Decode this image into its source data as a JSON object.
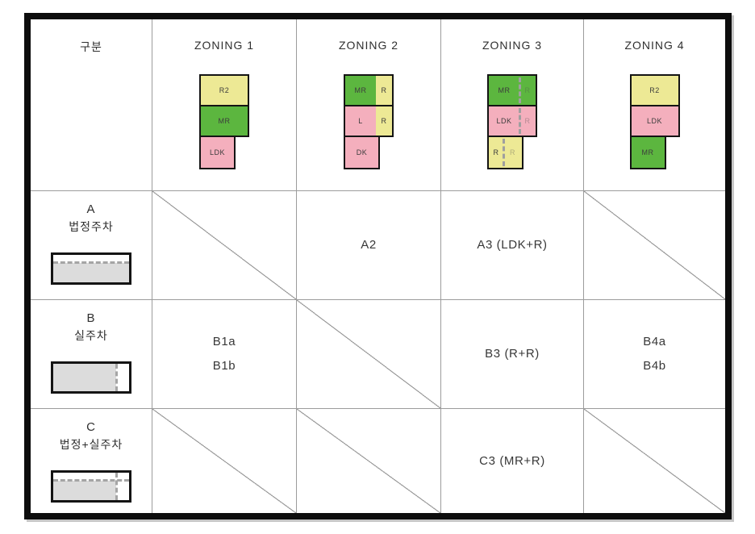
{
  "colors": {
    "block_yellow": "#ede995",
    "block_green": "#5cb63f",
    "block_pink": "#f4afbd",
    "block_border": "#141414",
    "parking_fill_gray": "#dcdcdc",
    "dashed_line_gray": "#9f9f9f",
    "grid_line_gray": "#9c9c9c",
    "frame_black": "#0d0d0d"
  },
  "table": {
    "category_header": "구분",
    "zones": [
      {
        "title": "ZONING 1",
        "blocks": {
          "top": {
            "label": "R2"
          },
          "mid": {
            "label": "MR"
          },
          "bottom": {
            "label": "LDK"
          }
        }
      },
      {
        "title": "ZONING 2",
        "blocks": {
          "top": {
            "label": "MR",
            "right": "R"
          },
          "mid": {
            "label": "L",
            "right": "R"
          },
          "bottom": {
            "label": "DK"
          }
        }
      },
      {
        "title": "ZONING 3",
        "blocks": {
          "top": {
            "label": "MR",
            "ghost": "R"
          },
          "mid": {
            "label": "LDK",
            "ghost": "R"
          },
          "bottom": {
            "label": "R",
            "ghost": "R"
          }
        }
      },
      {
        "title": "ZONING 4",
        "blocks": {
          "top": {
            "label": "R2"
          },
          "mid": {
            "label": "LDK"
          },
          "bottom": {
            "label": "MR"
          }
        }
      }
    ],
    "rows": [
      {
        "code": "A",
        "name": "법정주차",
        "cells": [
          {
            "diag": true
          },
          {
            "lines": [
              "A2"
            ]
          },
          {
            "lines": [
              "A3 (LDK+R)"
            ]
          },
          {
            "diag": true
          }
        ]
      },
      {
        "code": "B",
        "name": "실주차",
        "cells": [
          {
            "lines": [
              "B1a",
              "B1b"
            ]
          },
          {
            "diag": true
          },
          {
            "lines": [
              "B3 (R+R)"
            ]
          },
          {
            "lines": [
              "B4a",
              "B4b"
            ]
          }
        ]
      },
      {
        "code": "C",
        "name": "법정+실주차",
        "cells": [
          {
            "diag": true
          },
          {
            "diag": true
          },
          {
            "lines": [
              "C3 (MR+R)"
            ]
          },
          {
            "diag": true
          }
        ]
      }
    ]
  }
}
